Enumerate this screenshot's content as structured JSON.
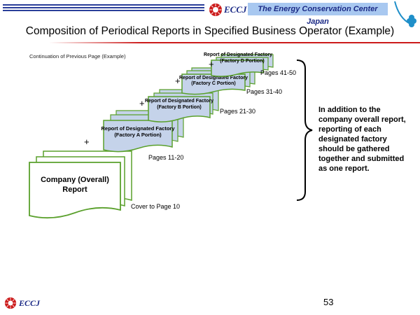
{
  "header": {
    "logo_text": "ECCJ",
    "org_name": "The Energy Conservation Center Japan"
  },
  "slide": {
    "title": "Composition of Periodical Reports in Specified Business Operator (Example)",
    "note": "Continuation of Previous Page (Example)",
    "callout": "In addition to the company overall report, reporting of each designated factory should be gathered together and submitted as one report.",
    "page_number": "53"
  },
  "documents": {
    "company": {
      "line1": "Company (Overall)",
      "line2": "Report",
      "pages": "Cover to Page 10"
    },
    "factory_a": {
      "line1": "Report of Designated Factory",
      "line2": "(Factory A Portion)",
      "pages": "Pages 11-20"
    },
    "factory_b": {
      "line1": "Report of Designated Factory",
      "line2": "(Factory B Portion)",
      "pages": "Pages 21-30"
    },
    "factory_c": {
      "line1": "Report of Designated Factory",
      "line2": "(Factory C Portion)",
      "pages": "Pages 31-40"
    },
    "factory_d": {
      "line1": "Report of Designated Factory",
      "line2": "(Factory D Portion)",
      "pages": "Pages 41-50"
    },
    "plus": "+"
  },
  "footer": {
    "logo_text": "ECCJ"
  },
  "colors": {
    "header_blue": "#2b3f9a",
    "accent_red": "#cc1b1b",
    "doc_border": "#5aa02c",
    "doc_fill": "#c5d3ea",
    "brand_teal": "#1f8fc9"
  }
}
